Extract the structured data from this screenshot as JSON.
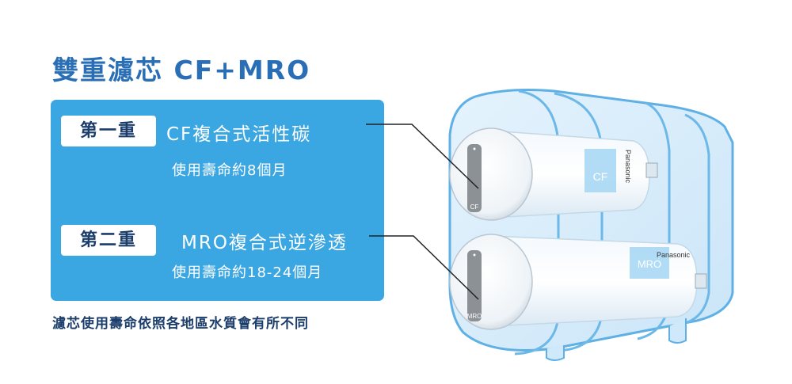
{
  "heading": "雙重濾芯 CF+MRO",
  "stages": [
    {
      "tag": "第一重",
      "name": "CF複合式活性碳",
      "life": "使用壽命約8個月"
    },
    {
      "tag": "第二重",
      "name": "MRO複合式逆滲透",
      "life": "使用壽命約18-24個月"
    }
  ],
  "note": "濾芯使用壽命依照各地區水質會有所不同",
  "product": {
    "brand": "Panasonic",
    "cartridge_labels": [
      "CF",
      "MRO"
    ]
  },
  "colors": {
    "accent": "#3aa6e2",
    "heading": "#2a6fb6",
    "text_dark": "#1b3d6b"
  }
}
